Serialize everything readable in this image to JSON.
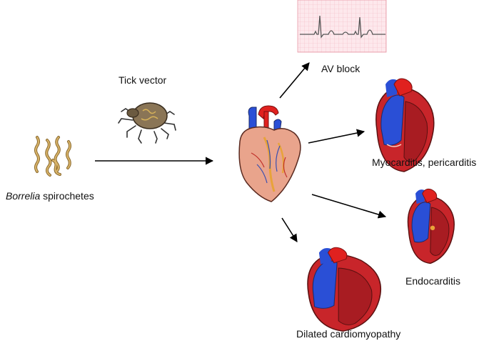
{
  "labels": {
    "spirochetes_italic": "Borrelia",
    "spirochetes_rest": " spirochetes",
    "tick": "Tick vector",
    "av_block": "AV block",
    "myocarditis": "Myocarditis, pericarditis",
    "endocarditis": "Endocarditis",
    "dilated": "Dilated cardiomyopathy"
  },
  "colors": {
    "spirochete": "#c9a35a",
    "tick": "#8a7556",
    "heart_flesh": "#e9a48c",
    "vessel_red": "#e0211f",
    "vessel_blue": "#2a4fd6",
    "heart_section_red": "#c8252a",
    "ecg_grid": "#f2b9c3",
    "arrow": "#000000"
  },
  "icons": [
    "spirochetes-icon",
    "tick-icon",
    "heart-icon",
    "ecg-strip-icon",
    "heart-section-icon"
  ]
}
